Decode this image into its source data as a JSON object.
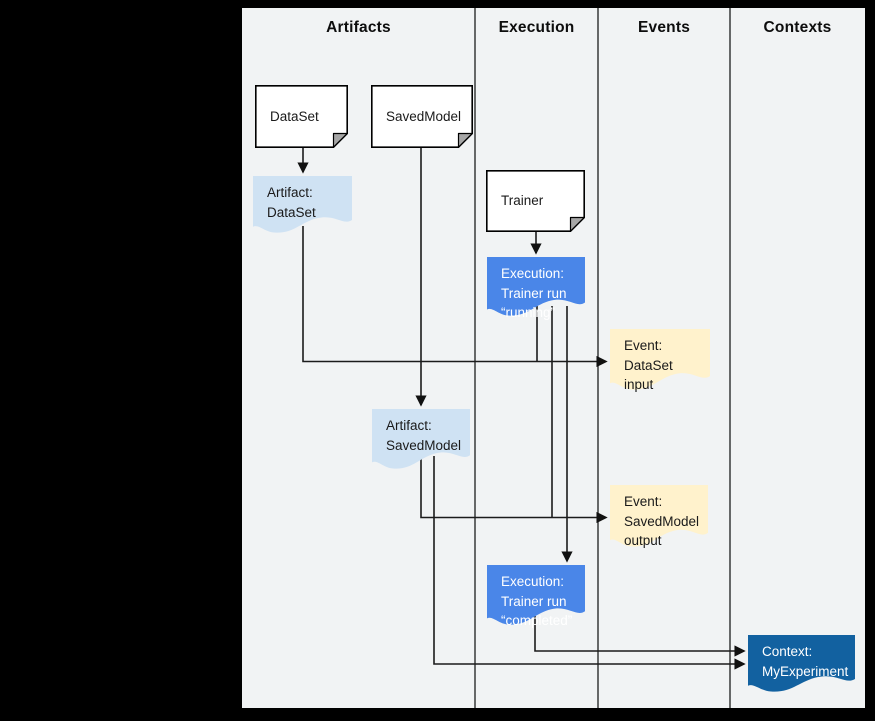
{
  "colors": {
    "canvas_bg": "#000000",
    "sheet_bg": "#f1f3f4",
    "card_fill": "#ffffff",
    "card_border": "#000000",
    "artifact_fill": "#cfe2f3",
    "execution_fill": "#4a86e8",
    "event_fill": "#fff2cc",
    "context_fill": "#1261a0",
    "connector": "#1b1b1b",
    "text_dark": "#1a1a1a",
    "text_light": "#ffffff"
  },
  "columns": [
    {
      "label": "Artifacts"
    },
    {
      "label": "Execution"
    },
    {
      "label": "Events"
    },
    {
      "label": "Contexts"
    }
  ],
  "nodes": {
    "dataset": {
      "label": "DataSet"
    },
    "savedmodel": {
      "label": "SavedModel"
    },
    "trainer": {
      "label": "Trainer"
    },
    "artifact_dataset": {
      "label": "Artifact:\nDataSet"
    },
    "execution_running": {
      "label": "Execution:\nTrainer run\n“running”"
    },
    "event_dataset_input": {
      "label": "Event:\nDataSet input"
    },
    "artifact_savedmodel": {
      "label": "Artifact:\nSavedModel"
    },
    "event_savedmodel_output": {
      "label": "Event:\nSavedModel\noutput"
    },
    "execution_completed": {
      "label": "Execution:\nTrainer run\n“completed”"
    },
    "context_myexperiment": {
      "label": "Context:\nMyExperiment"
    }
  }
}
